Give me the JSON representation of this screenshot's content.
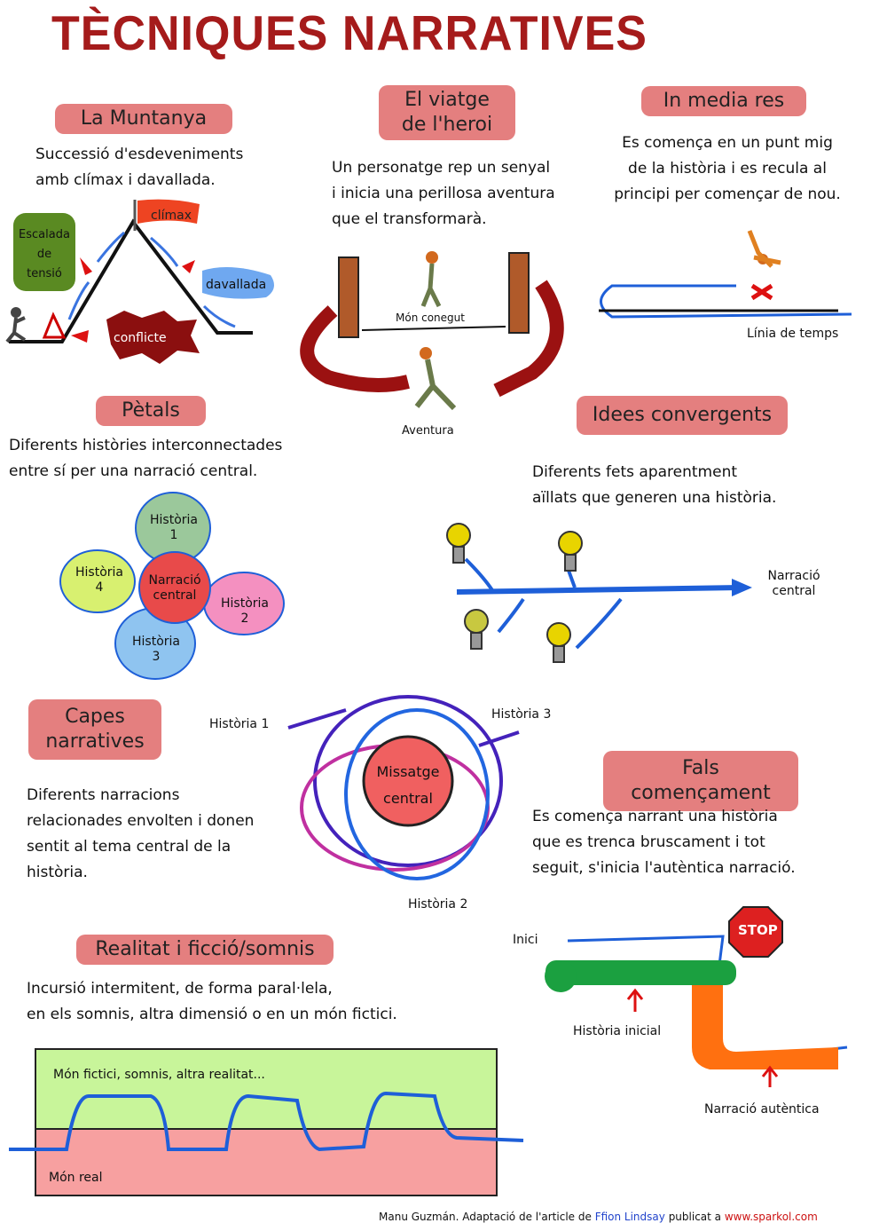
{
  "title": "TÈCNIQUES NARRATIVES",
  "muntanya": {
    "label": "La Muntanya",
    "desc": [
      "Successió d'esdeveniments",
      "amb clímax i davallada."
    ],
    "climax": "clímax",
    "davallada": "davallada",
    "conflicte": "conflicte",
    "escalada": [
      "Escalada",
      "de",
      "tensió"
    ]
  },
  "viatge": {
    "label": [
      "El viatge",
      "de l'heroi"
    ],
    "desc": [
      "Un personatge rep un senyal",
      "i inicia una perillosa aventura",
      "que el transformarà."
    ],
    "mon_conegut": "Món conegut",
    "aventura": "Aventura"
  },
  "media_res": {
    "label": "In media res",
    "desc": [
      "Es comença en un punt mig",
      "de la història i es recula al",
      "principi per començar de nou."
    ],
    "timeline": "Línia de temps"
  },
  "petals": {
    "label": "Pètals",
    "desc": [
      "Diferents històries interconnectades",
      "entre sí per una narració central."
    ],
    "h1": [
      "Història",
      "1"
    ],
    "h2": [
      "Història",
      "2"
    ],
    "h3": [
      "Història",
      "3"
    ],
    "h4": [
      "Història",
      "4"
    ],
    "center": [
      "Narració",
      "central"
    ]
  },
  "idees": {
    "label": "Idees convergents",
    "desc": [
      "Diferents fets aparentment",
      "aïllats  que generen una història."
    ],
    "end": [
      "Narració",
      "central"
    ]
  },
  "capes": {
    "label": [
      "Capes",
      "narratives"
    ],
    "desc": [
      "Diferents narracions",
      "relacionades envolten i donen",
      "sentit al tema central de la",
      "història."
    ],
    "h1": "Història 1",
    "h2": "Història 2",
    "h3": "Història 3",
    "center": [
      "Missatge",
      "central"
    ]
  },
  "fals": {
    "label": "Fals començament",
    "desc": [
      "Es comença narrant una història",
      "que es trenca bruscament i tot",
      "seguit, s'inicia l'autèntica narració."
    ],
    "inici": "Inici",
    "stop": "STOP",
    "historia_inicial": "Història inicial",
    "narracio_autentica": "Narració autèntica"
  },
  "realitat": {
    "label": "Realitat i ficció/somnis",
    "desc": [
      "Incursió intermitent, de forma paral·lela,",
      "en els somnis, altra dimensió o en un món fictici."
    ],
    "top": "Món fictici, somnis, altra realitat...",
    "bottom": "Món real"
  },
  "credit": {
    "prefix": "Manu Guzmán. Adaptació de l'article de",
    "author": "Ffion Lindsay",
    "middle": "publicat a",
    "site": "www.sparkol.com"
  },
  "colors": {
    "title": "#a51b1b",
    "tag": "#e47f7f",
    "blue": "#1e5fd8",
    "author": "#2244cc",
    "site": "#cc1111"
  }
}
